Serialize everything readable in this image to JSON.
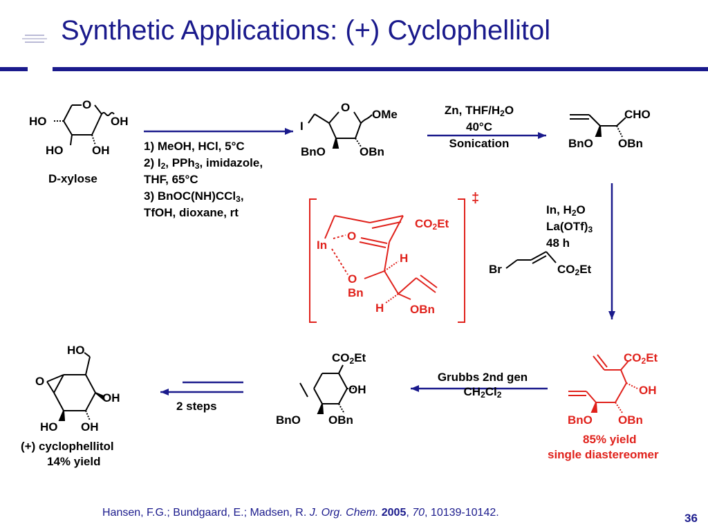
{
  "title": "Synthetic Applications: (+) Cyclophellitol",
  "colors": {
    "brand": "#1a1a8c",
    "highlight": "#e0211b",
    "ink": "#000000"
  },
  "citation": {
    "authors": "Hansen, F.G.; Bundgaard, E.; Madsen, R. ",
    "journal": "J. Org. Chem.",
    "year": "2005",
    "sep1": ", ",
    "volume": "70",
    "pages": ", 10139-10142."
  },
  "page_number": "36",
  "xylose": {
    "o": "O",
    "ho_left": "HO",
    "oh_right": "OH",
    "ho_bottom": "HO",
    "oh_bottom": "OH",
    "name": "D-xylose"
  },
  "step1": {
    "line1": "1) MeOH, HCl, 5°C",
    "line2_a": "2) I",
    "line2_b": "2",
    "line2_c": ", PPh",
    "line2_d": "3",
    "line2_e": ", imidazole,",
    "line3": "THF, 65°C",
    "line4_a": "3) BnOC(NH)CCl",
    "line4_b": "3",
    "line4_c": ",",
    "line5": "TfOH, dioxane, rt"
  },
  "furanoside": {
    "o": "O",
    "ome": "OMe",
    "i": "I",
    "bno": "BnO",
    "obn": "OBn"
  },
  "step2": {
    "line1_a": "Zn, THF/H",
    "line1_b": "2",
    "line1_c": "O",
    "line2": "40°C",
    "line3": "Sonication"
  },
  "aldehyde": {
    "cho": "CHO",
    "bno": "BnO",
    "obn": "OBn"
  },
  "step3": {
    "line1_a": "In, H",
    "line1_b": "2",
    "line1_c": "O",
    "line2_a": "La(OTf)",
    "line2_b": "3",
    "line3": "48 h",
    "reagent_br": "Br",
    "reagent_co2et_a": "CO",
    "reagent_co2et_b": "2",
    "reagent_co2et_c": "Et"
  },
  "ts": {
    "dagger": "‡",
    "co2et_a": "CO",
    "co2et_b": "2",
    "co2et_c": "Et",
    "o_top": "O",
    "in": "In",
    "h_top": "H",
    "o_bottom": "O",
    "bn": "Bn",
    "h_bottom": "H",
    "obn": "OBn"
  },
  "adduct": {
    "co2et_a": "CO",
    "co2et_b": "2",
    "co2et_c": "Et",
    "oh": "OH",
    "bno": "BnO",
    "obn": "OBn",
    "yield": "85% yield",
    "selectivity": "single diastereomer"
  },
  "step4": {
    "line1": "Grubbs 2nd gen",
    "line2_a": "CH",
    "line2_b": "2",
    "line2_c": "Cl",
    "line2_d": "2"
  },
  "cyclohexene": {
    "co2et_a": "CO",
    "co2et_b": "2",
    "co2et_c": "Et",
    "oh": "OH",
    "bno": "BnO",
    "obn": "OBn"
  },
  "step5": {
    "label": "2 steps"
  },
  "cyclophellitol": {
    "ho_top": "HO",
    "o": "O",
    "oh_right": "OH",
    "ho_bottom": "HO",
    "oh_bottom": "OH",
    "name": "(+) cyclophellitol",
    "yield": "14% yield"
  }
}
